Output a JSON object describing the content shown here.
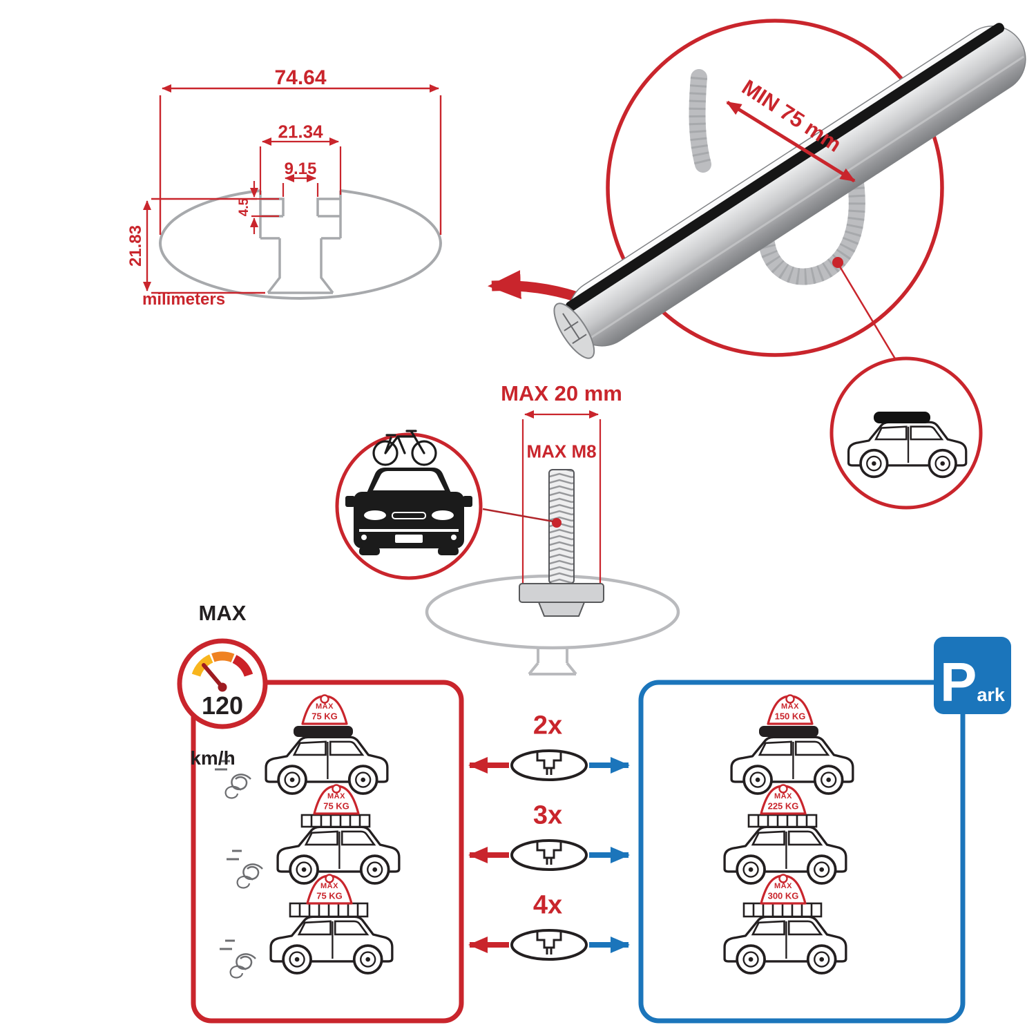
{
  "colors": {
    "red": "#c9252c",
    "blue": "#1b75bb",
    "grey": "#a7a9ac",
    "dark": "#231f20"
  },
  "dimensions": {
    "total_width": "74.64",
    "slot_outer_width": "21.34",
    "slot_inner_width": "9.15",
    "lip_depth": "4.5",
    "total_height": "21.83",
    "units": "milimeters"
  },
  "clamp": {
    "min_span": "MIN 75 mm"
  },
  "bolt": {
    "max_width": "MAX 20 mm",
    "max_thread": "MAX M8"
  },
  "gauge": {
    "label": "MAX",
    "value": "120",
    "unit": "km/h"
  },
  "park": {
    "p": "P",
    "ark": "ark"
  },
  "multipliers": [
    {
      "label": "2x"
    },
    {
      "label": "3x"
    },
    {
      "label": "4x"
    }
  ],
  "left_cars": [
    {
      "tag_label": "MAX",
      "tag_value": "75 KG"
    },
    {
      "tag_label": "MAX",
      "tag_value": "75 KG"
    },
    {
      "tag_label": "MAX",
      "tag_value": "75 KG"
    }
  ],
  "right_cars": [
    {
      "tag_label": "MAX",
      "tag_value": "150 KG"
    },
    {
      "tag_label": "MAX",
      "tag_value": "225 KG"
    },
    {
      "tag_label": "MAX",
      "tag_value": "300 KG"
    }
  ]
}
